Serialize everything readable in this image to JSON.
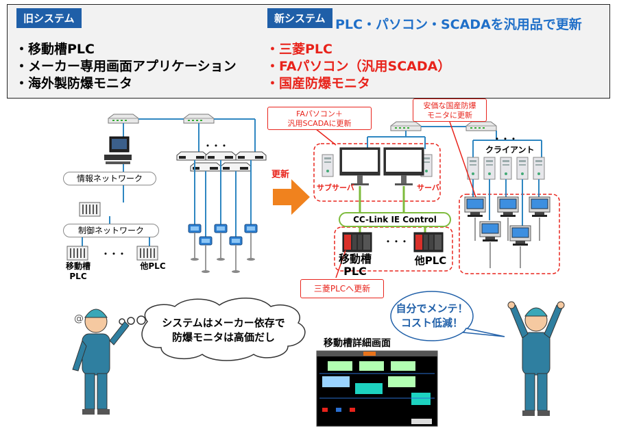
{
  "old_system": {
    "tag": "旧システム",
    "items": [
      "・移動槽PLC",
      "・メーカー専用画面アプリケーション",
      "・海外製防爆モニタ"
    ]
  },
  "new_system": {
    "tag": "新システム",
    "headline": "PLC・パソコン・SCADAを汎用品で更新",
    "items": [
      "・三菱PLC",
      "・FAパソコン（汎用SCADA）",
      "・国産防爆モニタ"
    ]
  },
  "old_diagram": {
    "info_network": "情報ネットワーク",
    "control_network": "制御ネットワーク",
    "plc1_line1": "移動槽",
    "plc1_line2": "PLC",
    "plc2": "他PLC",
    "dots": "・・・"
  },
  "update_arrow_label": "更新",
  "new_diagram": {
    "callout_fa_line1": "FAパソコン＋",
    "callout_fa_line2": "汎用SCADAに更新",
    "callout_monitor_line1": "安価な国産防爆",
    "callout_monitor_line2": "モニタに更新",
    "callout_plc": "三菱PLCへ更新",
    "sub_server": "サブサーバ",
    "server": "サーバ",
    "client": "クライアント",
    "network": "CC-Link IE Control",
    "plc1_line1": "移動槽",
    "plc1_line2": "PLC",
    "plc2": "他PLC",
    "dots": "・・・"
  },
  "left_bubble": {
    "line1": "システムはメーカー依存で",
    "line2": "防爆モニタは高価だし"
  },
  "right_bubble": {
    "line1": "自分でメンテ！",
    "line2": "コスト低減！"
  },
  "screen_title": "移動槽詳細画面",
  "colors": {
    "tag_blue": "#1f5fa8",
    "headline_blue": "#1f6fc8",
    "new_red": "#e8231b",
    "arrow_orange": "#f0821e",
    "network_green": "#7dbb3c",
    "line_blue": "#2e86c1"
  }
}
